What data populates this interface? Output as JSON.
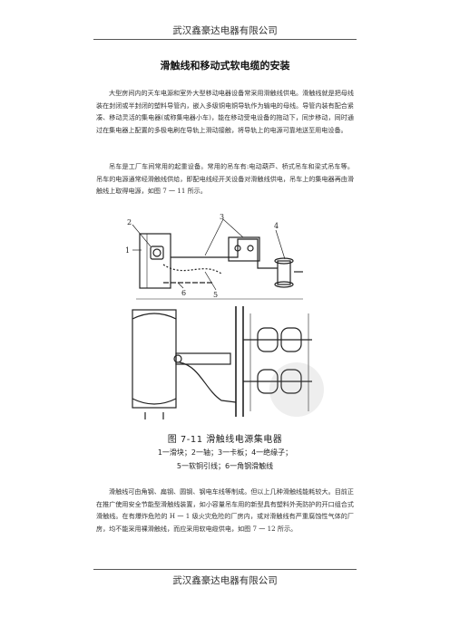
{
  "header": {
    "company": "武汉鑫豪达电器有限公司"
  },
  "footer": {
    "company": "武汉鑫豪达电器有限公司"
  },
  "document": {
    "title": "滑触线和移动式软电缆的安装",
    "paragraphs": [
      "大型房间内的天车电源和室外大型移动电器设备常采用滑触线供电。滑触线就是把母线装在封闭或半封闭的塑料导管内，嵌入多级铜电铜导轨作为输电的母线。导管内装有配合紧凑、移动灵活的集电器(或称集电器小车)，能在移动受电设备的拖动下，同步移动，同时通过在集电器上配置的多极电刷在导轨上滑动接触，将导轨上的电源可靠地送至用电设备。",
      "吊车是工厂车间常用的起重设备。常用的吊车有:电动葫芦、桥式吊车和梁式吊车等。吊车的电源通常经滑触线供给，即配电线经开关设备对滑触线供电，吊车上的集电器再由滑触线上取得电源，如图 7 一 11 所示。",
      "滑触线可由角钢、扁钢、圆钢、钢电车线等制成。但以上几种滑触线能耗较大。目前正在推广使用安全节能型滑触线装置，如小容量吊车用的新型具有塑料外壳防护的开口组合式滑触线。在有爆炸危险的 H 一 1 级火灾危险的厂房内，或对滑触线有严重腐蚀性气体的厂房，均不能采用裸滑触线，而应采用软电缆供电，如图 7 一 12 所示。"
    ]
  },
  "figure": {
    "part_labels": [
      "1",
      "2",
      "3",
      "4",
      "5",
      "6"
    ],
    "caption_title": "图 7-11   滑触线电源集电器",
    "legend_line1": "1一滑块；2一轴；3一卡板；4一绝缘子；",
    "legend_line2": "5一软铜引线；6一角钢滑触线"
  }
}
